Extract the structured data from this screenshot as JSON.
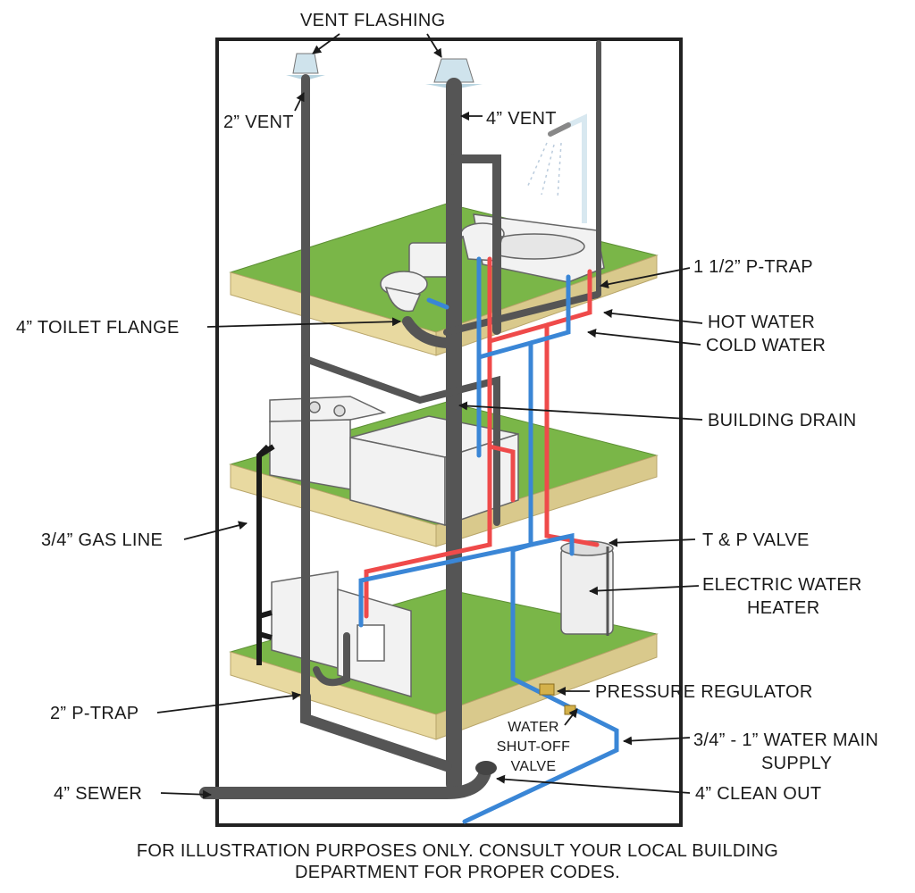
{
  "labels": {
    "vent_flashing": "VENT FLASHING",
    "vent_2": "2” VENT",
    "vent_4": "4” VENT",
    "p_trap_1_5": "1 1/2”  P-TRAP",
    "toilet_flange": "4”  TOILET FLANGE",
    "hot_water": "HOT WATER",
    "cold_water": "COLD WATER",
    "building_drain": "BUILDING DRAIN",
    "gas_line": "3/4”  GAS LINE",
    "tp_valve": "T & P VALVE",
    "water_heater_line1": "ELECTRIC WATER",
    "water_heater_line2": "HEATER",
    "pressure_regulator": "PRESSURE REGULATOR",
    "p_trap_2": "2”  P-TRAP",
    "shutoff_line1": "WATER",
    "shutoff_line2": "SHUT-OFF",
    "shutoff_line3": "VALVE",
    "main_supply_line1": "3/4” - 1”  WATER MAIN",
    "main_supply_line2": "SUPPLY",
    "sewer": "4”  SEWER",
    "clean_out": "4”  CLEAN OUT"
  },
  "footer": {
    "line1": "FOR ILLUSTRATION PURPOSES ONLY. CONSULT YOUR LOCAL BUILDING",
    "line2": "DEPARTMENT FOR PROPER CODES."
  },
  "colors": {
    "floor_top": "#7ab648",
    "floor_edge": "#e8d9a0",
    "drain_pipe": "#555555",
    "hot_pipe": "#ef4a4a",
    "cold_pipe": "#3a86d6",
    "gas_pipe": "#1a1a1a",
    "frame": "#222222"
  }
}
